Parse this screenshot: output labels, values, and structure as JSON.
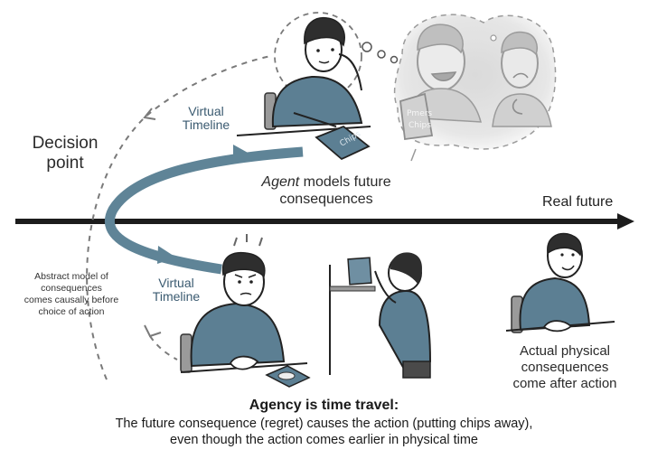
{
  "labels": {
    "decision_point_line1": "Decision",
    "decision_point_line2": "point",
    "virtual_timeline_top_line1": "Virtual",
    "virtual_timeline_top_line2": "Timeline",
    "virtual_timeline_bottom_line1": "Virtual",
    "virtual_timeline_bottom_line2": "Timeline",
    "abstract_model": [
      "Abstract model of",
      "consequences",
      "comes causally before",
      "choice of action"
    ],
    "agent_models_italic": "Agent",
    "agent_models_rest": " models future",
    "agent_models_line2": "consequences",
    "real_future": "Real future",
    "actual_consequences": [
      "Actual physical",
      "consequences",
      "come after action"
    ]
  },
  "bag_labels": {
    "imagined_bag_line1": "Pmers",
    "imagined_bag_line2": "Chips",
    "table_bag": "Chips"
  },
  "caption": {
    "title": "Agency is time travel:",
    "line1": "The future consequence (regret) causes the action (putting chips away),",
    "line2": "even though the action comes earlier in physical time"
  },
  "colors": {
    "timeline": "#1c1c1c",
    "virtual_arrow": "#5f8497",
    "shirt": "#5c7f93",
    "hair": "#2e2e2e",
    "dashed": "#7a7a7a",
    "imagined_fill": "#dcdcdc",
    "label_blue": "#3a5a70"
  }
}
